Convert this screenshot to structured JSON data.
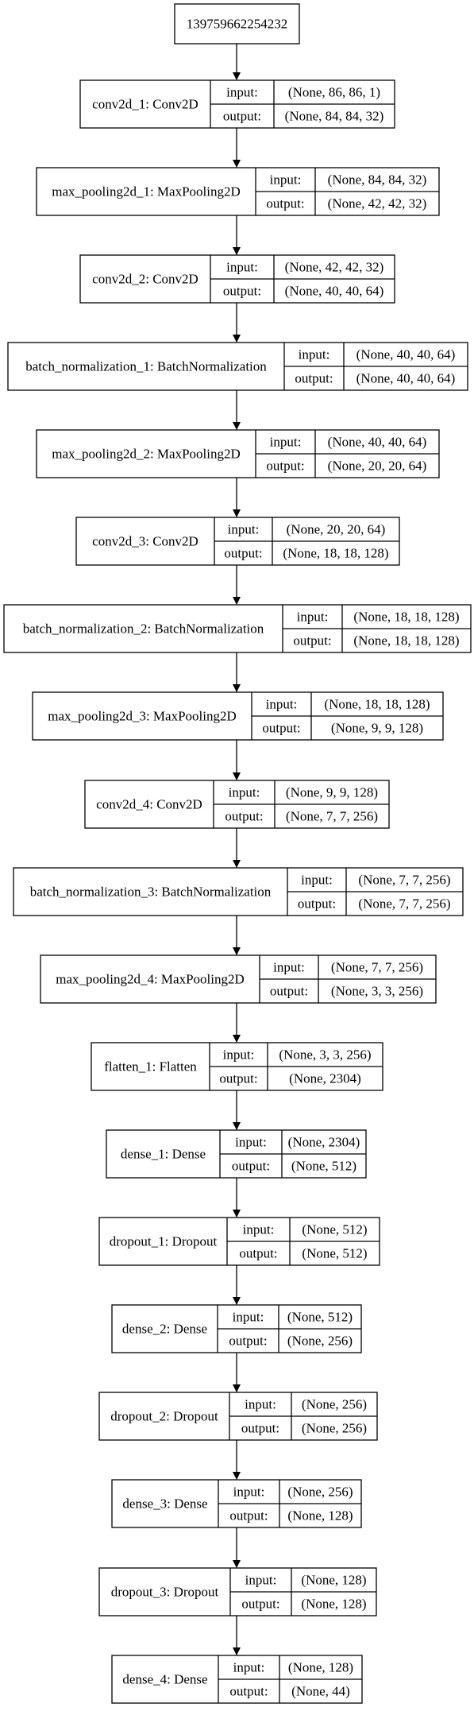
{
  "diagram": {
    "input_node": {
      "label": "139759662254232"
    },
    "port_labels": {
      "input": "input:",
      "output": "output:"
    },
    "layers": [
      {
        "name": "conv2d_1: Conv2D",
        "input": "(None, 86, 86, 1)",
        "output": "(None, 84, 84, 32)"
      },
      {
        "name": "max_pooling2d_1: MaxPooling2D",
        "input": "(None, 84, 84, 32)",
        "output": "(None, 42, 42, 32)"
      },
      {
        "name": "conv2d_2: Conv2D",
        "input": "(None, 42, 42, 32)",
        "output": "(None, 40, 40, 64)"
      },
      {
        "name": "batch_normalization_1: BatchNormalization",
        "input": "(None, 40, 40, 64)",
        "output": "(None, 40, 40, 64)"
      },
      {
        "name": "max_pooling2d_2: MaxPooling2D",
        "input": "(None, 40, 40, 64)",
        "output": "(None, 20, 20, 64)"
      },
      {
        "name": "conv2d_3: Conv2D",
        "input": "(None, 20, 20, 64)",
        "output": "(None, 18, 18, 128)"
      },
      {
        "name": "batch_normalization_2: BatchNormalization",
        "input": "(None, 18, 18, 128)",
        "output": "(None, 18, 18, 128)"
      },
      {
        "name": "max_pooling2d_3: MaxPooling2D",
        "input": "(None, 18, 18, 128)",
        "output": "(None, 9, 9, 128)"
      },
      {
        "name": "conv2d_4: Conv2D",
        "input": "(None, 9, 9, 128)",
        "output": "(None, 7, 7, 256)"
      },
      {
        "name": "batch_normalization_3: BatchNormalization",
        "input": "(None, 7, 7, 256)",
        "output": "(None, 7, 7, 256)"
      },
      {
        "name": "max_pooling2d_4: MaxPooling2D",
        "input": "(None, 7, 7, 256)",
        "output": "(None, 3, 3, 256)"
      },
      {
        "name": "flatten_1: Flatten",
        "input": "(None, 3, 3, 256)",
        "output": "(None, 2304)"
      },
      {
        "name": "dense_1: Dense",
        "input": "(None, 2304)",
        "output": "(None, 512)"
      },
      {
        "name": "dropout_1: Dropout",
        "input": "(None, 512)",
        "output": "(None, 512)"
      },
      {
        "name": "dense_2: Dense",
        "input": "(None, 512)",
        "output": "(None, 256)"
      },
      {
        "name": "dropout_2: Dropout",
        "input": "(None, 256)",
        "output": "(None, 256)"
      },
      {
        "name": "dense_3: Dense",
        "input": "(None, 256)",
        "output": "(None, 128)"
      },
      {
        "name": "dropout_3: Dropout",
        "input": "(None, 128)",
        "output": "(None, 128)"
      },
      {
        "name": "dense_4: Dense",
        "input": "(None, 128)",
        "output": "(None, 44)"
      }
    ]
  }
}
